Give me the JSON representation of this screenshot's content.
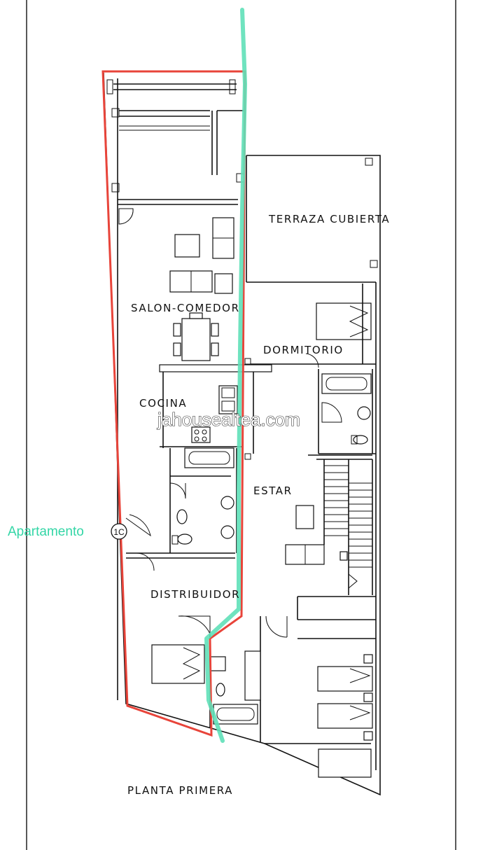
{
  "labels": {
    "terraza": "TERRAZA CUBIERTA",
    "salon": "SALON-COMEDOR",
    "dormitorio": "DORMITORIO",
    "cocina": "COCINA",
    "estar": "ESTAR",
    "distribuidor": "DISTRIBUIDOR",
    "planta": "PLANTA PRIMERA"
  },
  "annotation": {
    "apartment_label": "Apartamento",
    "apartment_badge": "1C"
  },
  "watermark": "jahousealtea.com",
  "colors": {
    "apartment_outline": "#e8443a",
    "path_line": "#5fe0b8",
    "apartment_label": "#33d6a6",
    "walls": "#111111"
  }
}
